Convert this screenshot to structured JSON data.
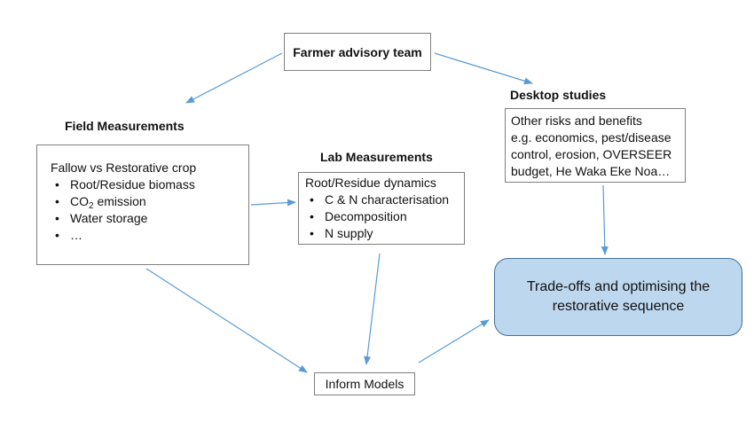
{
  "nodes": {
    "advisory": {
      "label": "Farmer advisory team"
    },
    "field": {
      "heading": "Field Measurements",
      "intro": "Fallow vs Restorative crop",
      "items": [
        "Root/Residue biomass",
        "CO",
        "Water storage",
        "…"
      ],
      "co2_subscript": "2",
      "co2_suffix": " emission"
    },
    "lab": {
      "heading": "Lab Measurements",
      "intro": "Root/Residue dynamics",
      "items": [
        "C & N characterisation",
        "Decomposition",
        "N supply"
      ]
    },
    "desktop": {
      "heading": "Desktop studies",
      "lines": [
        "Other risks and benefits",
        "e.g. economics, pest/disease",
        "control, erosion, OVERSEER",
        "budget, He Waka Eke Noa…"
      ]
    },
    "tradeoff": {
      "label": "Trade-offs and optimising the restorative sequence"
    },
    "models": {
      "label": "Inform Models"
    }
  },
  "colors": {
    "arrow": "#5b9bd5",
    "box_border": "#7f7f7f",
    "highlight_fill": "#bdd7ee",
    "highlight_border": "#41719c"
  }
}
